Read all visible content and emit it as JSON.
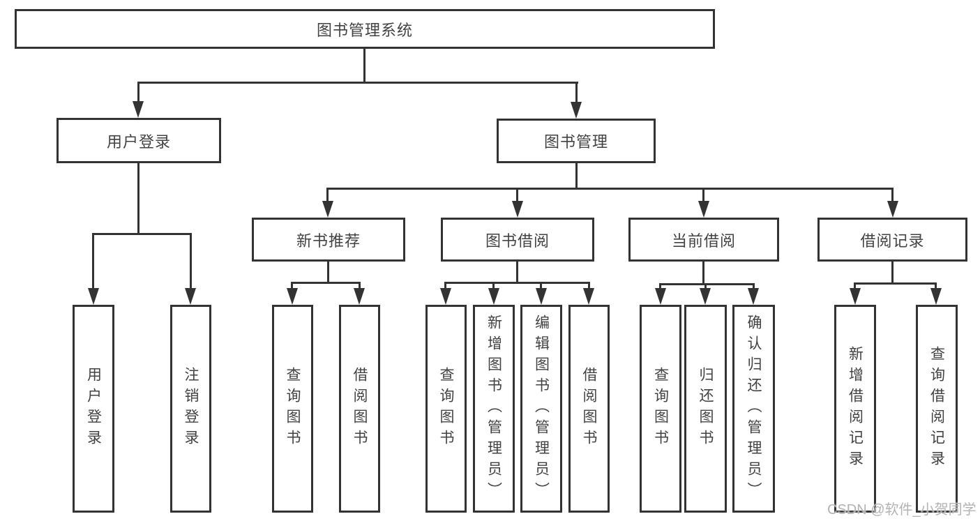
{
  "diagram": {
    "title": "图书管理系统",
    "branches": [
      {
        "label": "用户登录",
        "children": [
          "用户登录",
          "注销登录"
        ]
      },
      {
        "label": "图书管理",
        "sections": [
          {
            "label": "新书推荐",
            "children": [
              "查询图书",
              "借阅图书"
            ]
          },
          {
            "label": "图书借阅",
            "children": [
              "查询图书",
              "新增图书（管理员）",
              "编辑图书（管理员）",
              "借阅图书"
            ]
          },
          {
            "label": "当前借阅",
            "children": [
              "查询图书",
              "归还图书",
              "确认归还（管理员）"
            ]
          },
          {
            "label": "借阅记录",
            "children": [
              "新增借阅记录",
              "查询借阅记录"
            ]
          }
        ]
      }
    ]
  },
  "watermark": {
    "text": "CSDN @软件_小贺同学"
  },
  "colors": {
    "line": "#333333",
    "box_border": "#333333",
    "box_background": "#ffffff",
    "text": "#424242",
    "watermark": "#b3b3b3",
    "background": "#ffffff"
  }
}
